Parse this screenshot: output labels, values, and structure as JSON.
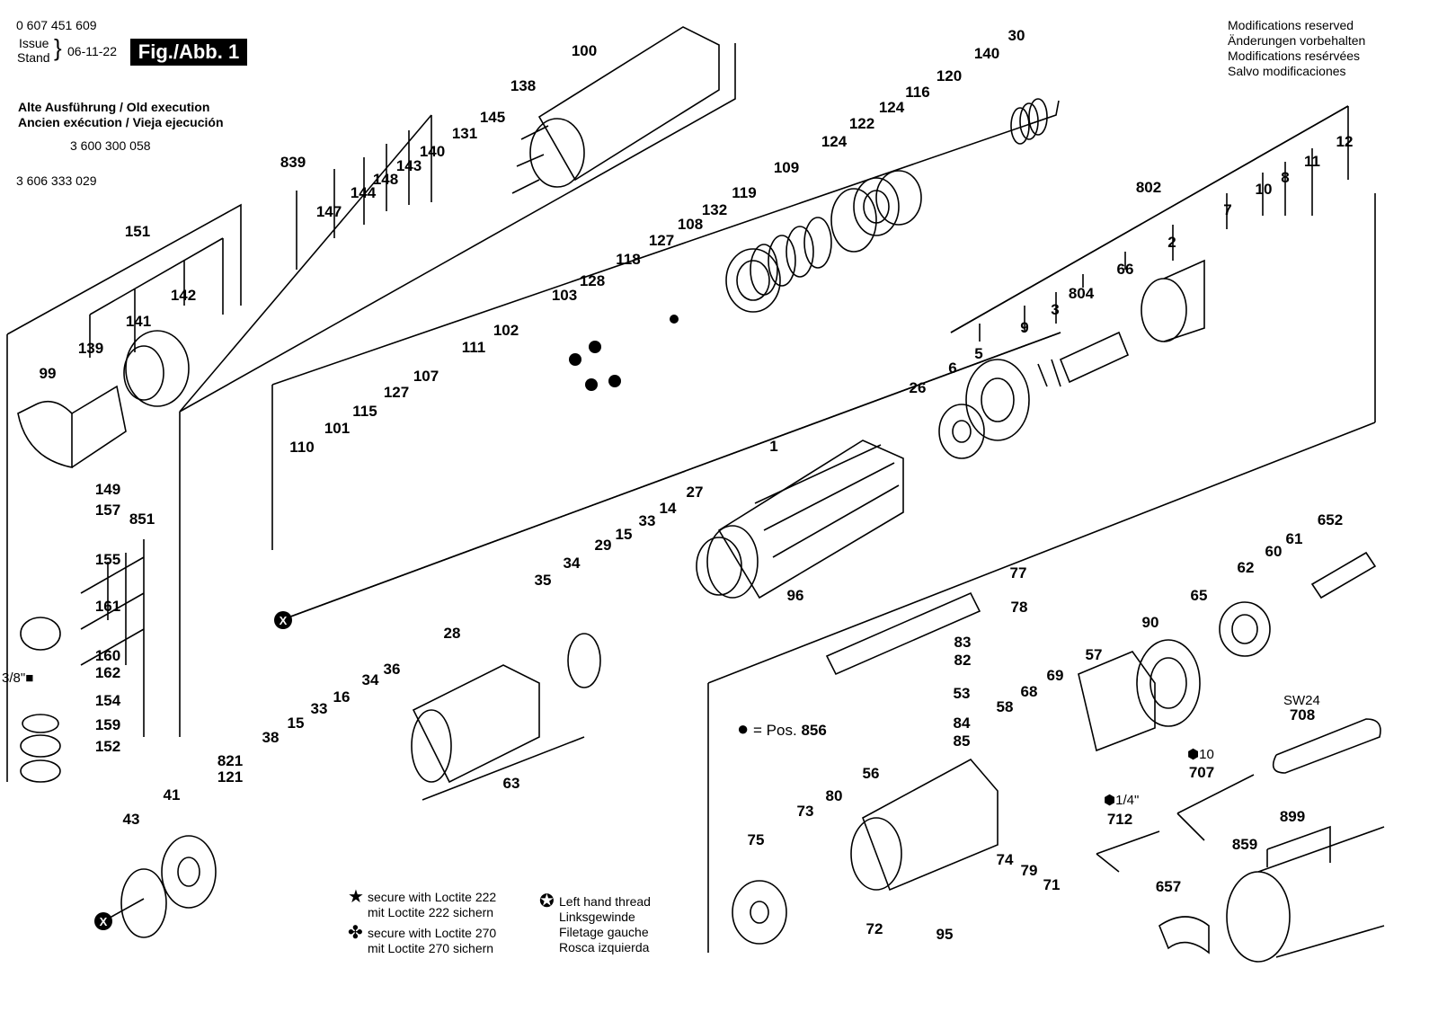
{
  "header": {
    "part_number": "0 607 451 609",
    "issue_label": "Issue",
    "stand_label": "Stand",
    "issue_date": "06-11-22",
    "figure_label": "Fig./Abb. 1"
  },
  "modifications": [
    "Modifications reserved",
    "Änderungen vorbehalten",
    "Modifications resérvées",
    "Salvo modificaciones"
  ],
  "old_execution": {
    "title_line1": "Alte Ausführung / Old execution",
    "title_line2": "Ancien exécution / Vieja ejecución",
    "part_a": "3 600 300 058",
    "part_b": "3 606 333 029"
  },
  "pos_note": {
    "symbol": "●",
    "text": "= Pos.",
    "value": "856"
  },
  "legend": {
    "loctite222": {
      "symbol": "★",
      "line1": "secure with Loctite 222",
      "line2": "mit Loctite 222 sichern"
    },
    "loctite270": {
      "symbol": "✤",
      "line1": "secure with Loctite 270",
      "line2": "mit Loctite 270 sichern"
    },
    "left_thread": {
      "symbol": "✪",
      "line1": "Left hand thread",
      "line2": "Linksgewinde",
      "line3": "Filetage gauche",
      "line4": "Rosca izquierda"
    }
  },
  "tool_labels": {
    "sw24": "SW24",
    "hex10": "10",
    "hex_quarter": "1/4\"",
    "drive_size": "3/8\""
  },
  "marker_x": "X",
  "part_labels": [
    "100",
    "138",
    "145",
    "131",
    "140",
    "143",
    "148",
    "144",
    "147",
    "839",
    "151",
    "142",
    "141",
    "139",
    "99",
    "149",
    "157",
    "851",
    "155",
    "161",
    "160",
    "162",
    "154",
    "159",
    "152",
    "119",
    "132",
    "108",
    "127",
    "118",
    "128",
    "103",
    "102",
    "111",
    "107",
    "127",
    "115",
    "101",
    "110",
    "109",
    "124",
    "122",
    "124",
    "116",
    "120",
    "140",
    "30",
    "802",
    "12",
    "11",
    "8",
    "10",
    "7",
    "2",
    "804",
    "66",
    "3",
    "9",
    "5",
    "6",
    "26",
    "1",
    "27",
    "14",
    "33",
    "15",
    "29",
    "34",
    "35",
    "96",
    "28",
    "36",
    "34",
    "16",
    "33",
    "15",
    "38",
    "63",
    "821",
    "121",
    "41",
    "43",
    "77",
    "78",
    "83",
    "82",
    "53",
    "84",
    "85",
    "56",
    "80",
    "73",
    "75",
    "74",
    "79",
    "71",
    "72",
    "95",
    "58",
    "68",
    "69",
    "57",
    "90",
    "65",
    "62",
    "60",
    "61",
    "652",
    "708",
    "707",
    "712",
    "899",
    "859",
    "657"
  ]
}
